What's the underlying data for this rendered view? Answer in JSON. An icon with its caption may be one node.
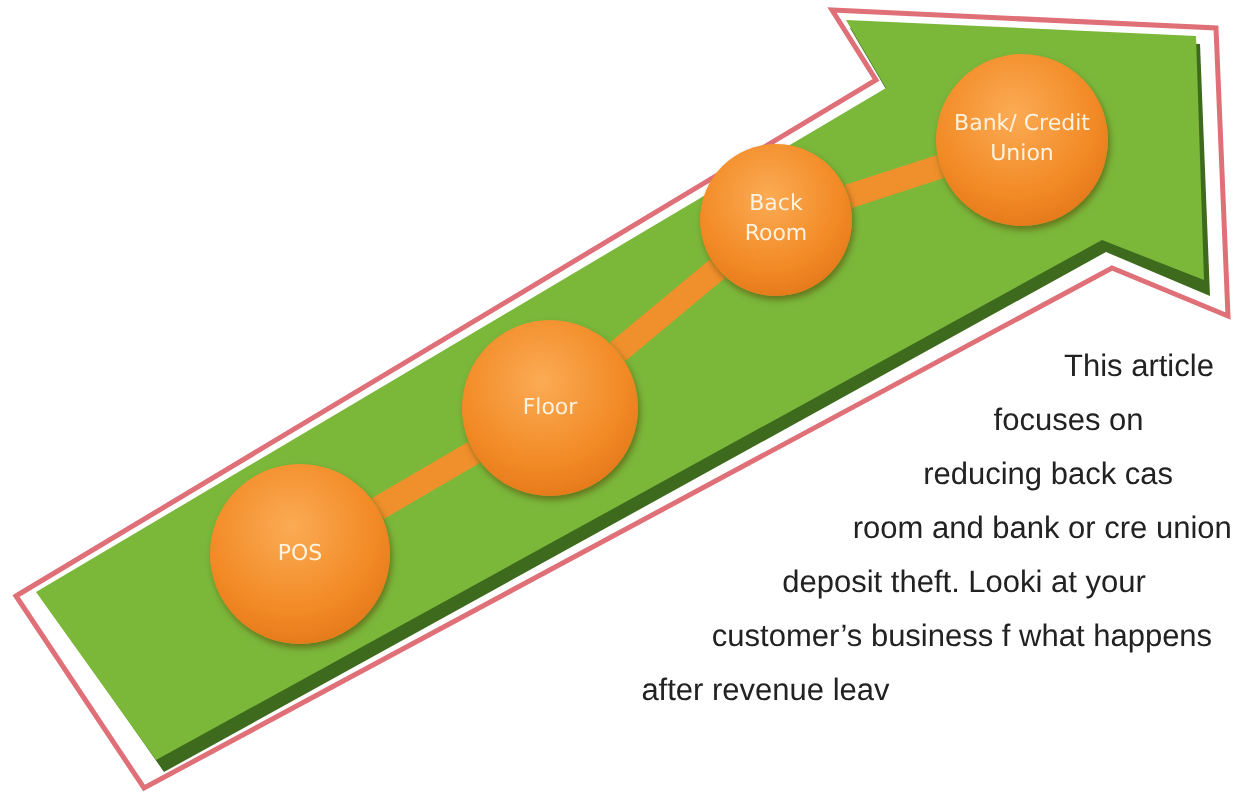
{
  "diagram": {
    "nodes": [
      {
        "text": [
          "POS"
        ]
      },
      {
        "text": [
          "Floor"
        ]
      },
      {
        "text": [
          "Back Room"
        ]
      },
      {
        "text": [
          "Bank/ Credit Union"
        ]
      }
    ],
    "edges": [
      {
        "from": 0,
        "to": 1,
        "arrow": "none"
      },
      {
        "from": 1,
        "to": 2,
        "arrow": "none"
      },
      {
        "from": 2,
        "to": 3,
        "arrow": "none"
      }
    ],
    "labels": [
      "This article focuses on reducing back cas room and bank or cre union deposit theft. Looki at your customer’s business f what happens after revenue leav"
    ]
  }
}
